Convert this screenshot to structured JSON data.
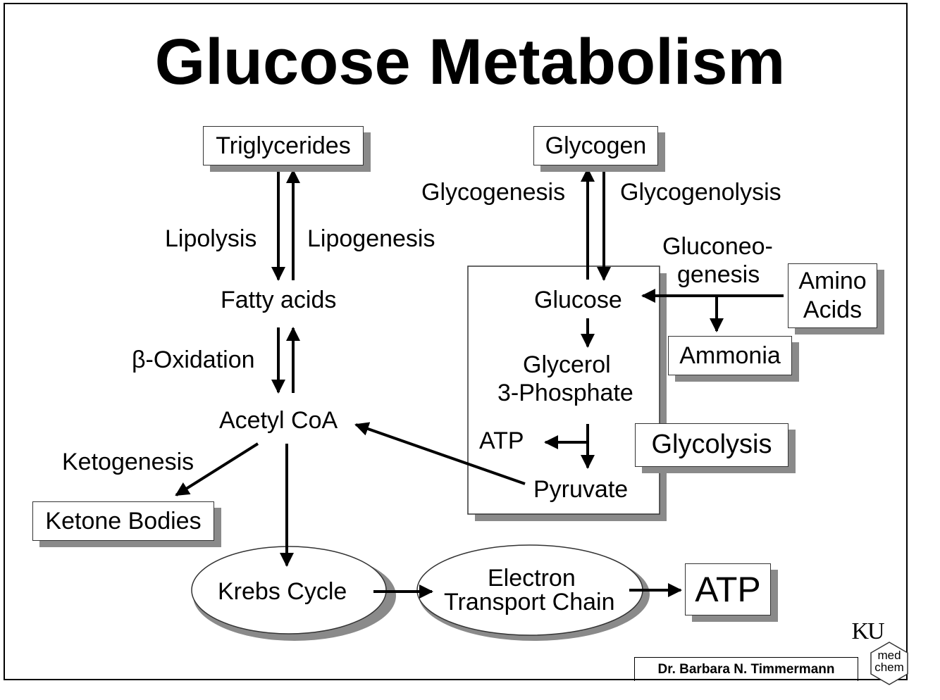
{
  "title": "Glucose Metabolism",
  "nodes": {
    "triglycerides": "Triglycerides",
    "glycogen": "Glycogen",
    "fatty_acids": "Fatty acids",
    "acetyl_coa": "Acetyl CoA",
    "ketone_bodies": "Ketone Bodies",
    "glucose": "Glucose",
    "glycerol_line1": "Glycerol",
    "glycerol_line2": "3-Phosphate",
    "atp_small": "ATP",
    "pyruvate": "Pyruvate",
    "amino_line1": "Amino",
    "amino_line2": "Acids",
    "ammonia": "Ammonia",
    "glycolysis": "Glycolysis",
    "krebs": "Krebs Cycle",
    "etc_line1": "Electron",
    "etc_line2": "Transport Chain",
    "atp_big": "ATP"
  },
  "labels": {
    "lipolysis": "Lipolysis",
    "lipogenesis": "Lipogenesis",
    "beta_oxidation": "β-Oxidation",
    "ketogenesis": "Ketogenesis",
    "glycogenesis": "Glycogenesis",
    "glycogenolysis": "Glycogenolysis",
    "gluconeo_line1": "Gluconeo-",
    "gluconeo_line2": "genesis"
  },
  "credit": "Dr. Barbara N. Timmermann",
  "logo": {
    "top": "KU",
    "bottom_line1": "med",
    "bottom_line2": "chem"
  },
  "colors": {
    "shadow": "#8a8a8a",
    "line": "#000000"
  }
}
